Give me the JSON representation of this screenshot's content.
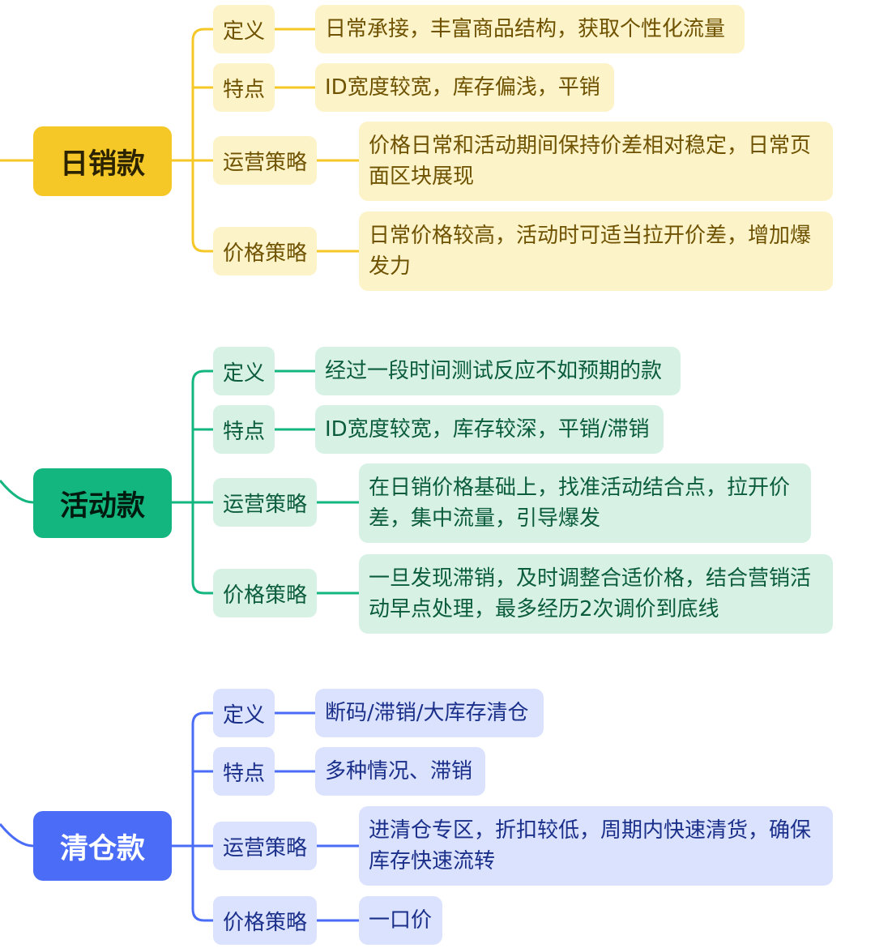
{
  "colors": {
    "yellow": "#f5c828",
    "green": "#14b67f",
    "blue": "#4a6cf7"
  },
  "groups": [
    {
      "title": "日销款",
      "items": [
        {
          "label": "定义",
          "text": "日常承接，丰富商品结构，获取个性化流量"
        },
        {
          "label": "特点",
          "text": "ID宽度较宽，库存偏浅，平销"
        },
        {
          "label": "运营策略",
          "text": "价格日常和活动期间保持价差相对稳定，日常页面区块展现"
        },
        {
          "label": "价格策略",
          "text": "日常价格较高，活动时可适当拉开价差，增加爆发力"
        }
      ]
    },
    {
      "title": "活动款",
      "items": [
        {
          "label": "定义",
          "text": "经过一段时间测试反应不如预期的款"
        },
        {
          "label": "特点",
          "text": "ID宽度较宽，库存较深，平销/滞销"
        },
        {
          "label": "运营策略",
          "text": "在日销价格基础上，找准活动结合点，拉开价差，集中流量，引导爆发"
        },
        {
          "label": "价格策略",
          "text": "一旦发现滞销，及时调整合适价格，结合营销活动早点处理，最多经历2次调价到底线"
        }
      ]
    },
    {
      "title": "清仓款",
      "items": [
        {
          "label": "定义",
          "text": "断码/滞销/大库存清仓"
        },
        {
          "label": "特点",
          "text": "多种情况、滞销"
        },
        {
          "label": "运营策略",
          "text": "进清仓专区，折扣较低，周期内快速清货，确保库存快速流转"
        },
        {
          "label": "价格策略",
          "text": "一口价"
        }
      ]
    }
  ]
}
